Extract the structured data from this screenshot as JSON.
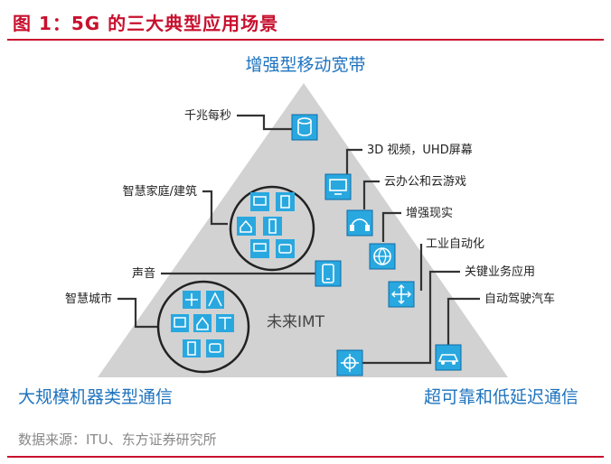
{
  "header": {
    "title": "图 1：5G 的三大典型应用场景"
  },
  "source": "数据来源：ITU、东方证券研究所",
  "colors": {
    "title_red": "#c8102e",
    "vertex_blue": "#1e73be",
    "icon_blue": "#29a8e0",
    "triangle_gray": "#d2d2d2"
  },
  "vertices": {
    "top": "增强型移动宽带",
    "left": "大规模机器类型通信",
    "right": "超可靠和低延迟通信"
  },
  "center": "未来IMT",
  "items": {
    "gigabit": {
      "label": "千兆每秒",
      "icon": "cylinder-icon"
    },
    "smart_home": {
      "label": "智慧家庭/建筑",
      "icon": "device-cluster-icon"
    },
    "voice": {
      "label": "声音",
      "icon": "phone-icon"
    },
    "smart_city": {
      "label": "智慧城市",
      "icon": "device-cluster-icon"
    },
    "uhd_video": {
      "label": "3D 视频，UHD屏幕",
      "icon": "monitor-icon"
    },
    "cloud": {
      "label": "云办公和云游戏",
      "icon": "headset-icon"
    },
    "ar": {
      "label": "增强现实",
      "icon": "globe-icon"
    },
    "industry": {
      "label": "工业自动化",
      "icon": "cross-arrows-icon"
    },
    "mission": {
      "label": "关键业务应用",
      "icon": "crosshair-icon"
    },
    "autodrive": {
      "label": "自动驾驶汽车",
      "icon": "car-icon"
    }
  }
}
